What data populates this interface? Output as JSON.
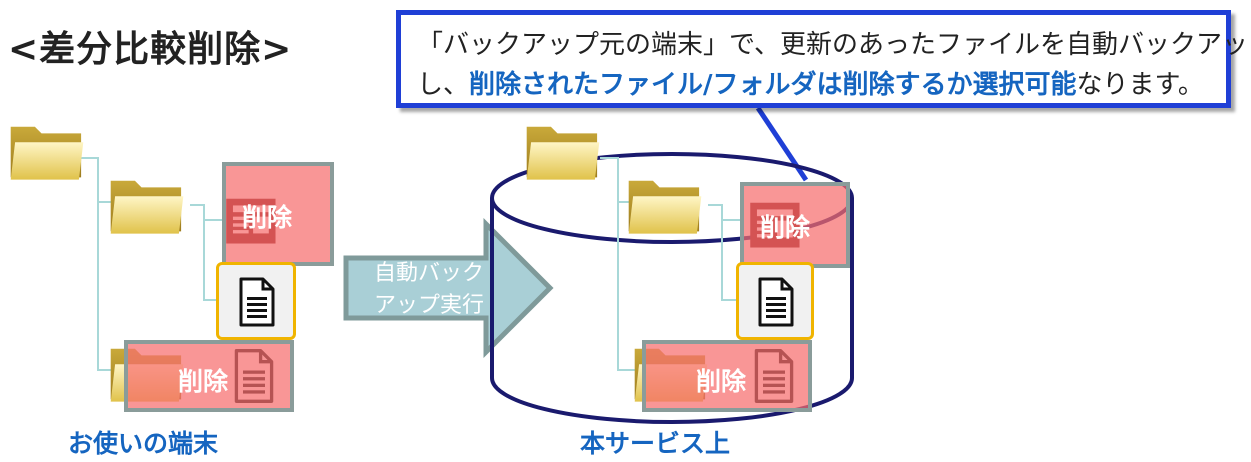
{
  "title": "<差分比較削除>",
  "callout": {
    "line1": "「バックアップ元の端末」で、更新のあったファイルを自動バックアップ",
    "line2_prefix": "し、",
    "line2_highlight": "削除されたファイル/フォルダは削除するか選択可能",
    "line2_suffix": "なります。",
    "border_color": "#1f3fd6"
  },
  "arrow": {
    "line1": "自動バック",
    "line2": "アップ実行",
    "color": "#a9cfd6"
  },
  "left_panel": {
    "caption": "お使いの端末",
    "delete_label_1": "削除",
    "delete_label_2": "削除"
  },
  "right_panel": {
    "caption": "本サービス上",
    "delete_label_1": "削除",
    "delete_label_2": "削除"
  },
  "colors": {
    "caption": "#1565c0",
    "delete_fill": "#f76e6e",
    "cylinder": "#1a1a6e",
    "connector": "#a8d8d8"
  }
}
